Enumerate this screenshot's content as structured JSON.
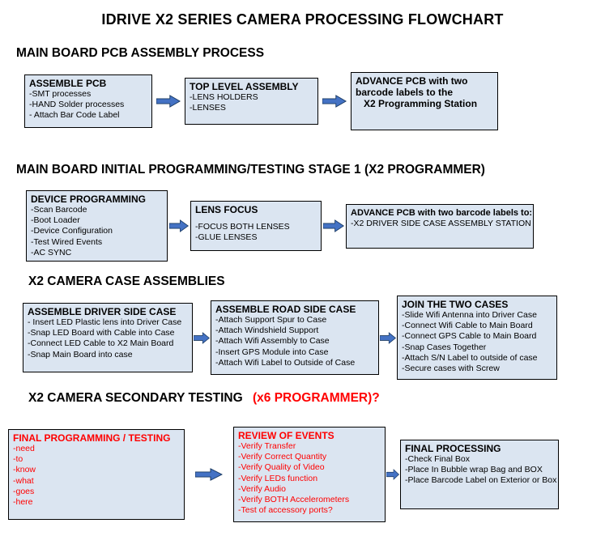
{
  "title": "IDRIVE X2  SERIES CAMERA PROCESSING FLOWCHART",
  "colors": {
    "box_fill": "#dbe5f1",
    "box_border": "#000000",
    "arrow_blue": "#4472c4",
    "alert_red": "#ff0000"
  },
  "sections": [
    {
      "heading": "MAIN BOARD PCB ASSEMBLY PROCESS",
      "boxes": [
        {
          "title": "ASSEMBLE PCB",
          "lines": [
            "-SMT processes",
            "-HAND Solder processes",
            "- Attach Bar Code Label"
          ]
        },
        {
          "title": "TOP LEVEL ASSEMBLY",
          "lines": [
            "-LENS HOLDERS",
            "-LENSES"
          ]
        },
        {
          "title": "ADVANCE PCB with two barcode labels to the",
          "lines": [
            "X2 Programming Station"
          ]
        }
      ]
    },
    {
      "heading": "MAIN BOARD INITIAL PROGRAMMING/TESTING STAGE 1 (X2 PROGRAMMER)",
      "boxes": [
        {
          "title": "DEVICE PROGRAMMING",
          "lines": [
            "-Scan Barcode",
            "-Boot Loader",
            "-Device Configuration",
            "-Test Wired Events",
            "-AC SYNC"
          ]
        },
        {
          "title": "LENS FOCUS",
          "lines": [
            "-FOCUS BOTH LENSES",
            "-GLUE LENSES"
          ]
        },
        {
          "title": "ADVANCE PCB with two barcode labels to:",
          "lines": [
            "-X2 DRIVER  SIDE  CASE  ASSEMBLY STATION"
          ]
        }
      ]
    },
    {
      "heading": "X2 CAMERA CASE ASSEMBLIES",
      "boxes": [
        {
          "title": "ASSEMBLE DRIVER SIDE CASE",
          "lines": [
            "- Insert LED Plastic lens into Driver Case",
            "-Snap LED Board with Cable into Case",
            "-Connect LED Cable to X2 Main Board",
            "-Snap Main Board into case"
          ]
        },
        {
          "title": "ASSEMBLE ROAD SIDE CASE",
          "lines": [
            "-Attach Support Spur to Case",
            "-Attach Windshield Support",
            "-Attach Wifi Assembly to Case",
            "-Insert GPS Module into Case",
            "-Attach Wifi Label to Outside of Case"
          ]
        },
        {
          "title": "JOIN THE TWO CASES",
          "lines": [
            "-Slide Wifi Antenna into Driver Case",
            "-Connect Wifi Cable to Main Board",
            "-Connect GPS Cable to Main Board",
            "-Snap Cases Together",
            "-Attach S/N Label to outside of case",
            "-Secure cases with Screw"
          ]
        }
      ]
    },
    {
      "heading": "X2 CAMERA SECONDARY TESTING",
      "heading_suffix": "(x6 PROGRAMMER)?",
      "boxes": [
        {
          "title": "FINAL PROGRAMMING / TESTING",
          "lines": [
            "-need",
            "-to",
            "-know",
            "-what",
            "-goes",
            "-here"
          ]
        },
        {
          "title": "REVIEW OF EVENTS",
          "lines": [
            "-Verify Transfer",
            "-Verify Correct Quantity",
            "-Verify Quality of Video",
            "-Verify LEDs function",
            "-Verify Audio",
            "-Verify BOTH Accelerometers",
            "-Test of accessory ports?"
          ]
        },
        {
          "title": "FINAL PROCESSING",
          "lines": [
            "-Check Final Box",
            "-Place In Bubble wrap Bag and BOX",
            "-Place Barcode Label on Exterior or Box"
          ]
        }
      ]
    }
  ]
}
